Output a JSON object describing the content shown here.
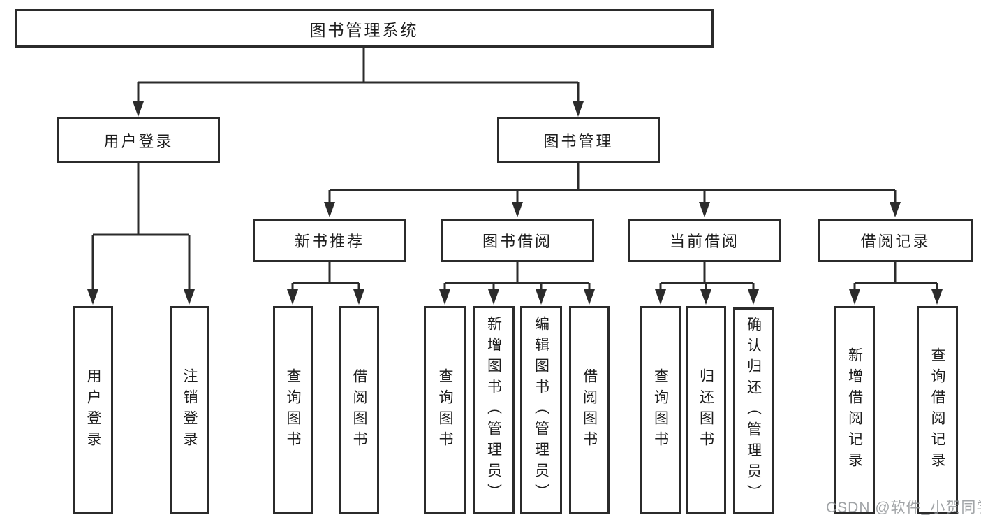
{
  "diagram_title": "图书管理系统",
  "tree": {
    "label": "图书管理系统",
    "children": [
      {
        "label": "用户登录",
        "children": [
          {
            "label": "用户登录"
          },
          {
            "label": "注销登录"
          }
        ]
      },
      {
        "label": "图书管理",
        "children": [
          {
            "label": "新书推荐",
            "children": [
              {
                "label": "查询图书"
              },
              {
                "label": "借阅图书"
              }
            ]
          },
          {
            "label": "图书借阅",
            "children": [
              {
                "label": "查询图书"
              },
              {
                "label": "新增图书（管理员）"
              },
              {
                "label": "编辑图书（管理员）"
              },
              {
                "label": "借阅图书"
              }
            ]
          },
          {
            "label": "当前借阅",
            "children": [
              {
                "label": "查询图书"
              },
              {
                "label": "归还图书"
              },
              {
                "label": "确认归还（管理员）"
              }
            ]
          },
          {
            "label": "借阅记录",
            "children": [
              {
                "label": "新增借阅记录"
              },
              {
                "label": "查询借阅记录"
              }
            ]
          }
        ]
      }
    ]
  },
  "watermark": {
    "text": "CSDN @软件_小贺同学"
  },
  "colors": {
    "line": "#2b2b2b",
    "text": "#1d1d1d",
    "background": "#ffffff",
    "watermark": "#919498"
  }
}
